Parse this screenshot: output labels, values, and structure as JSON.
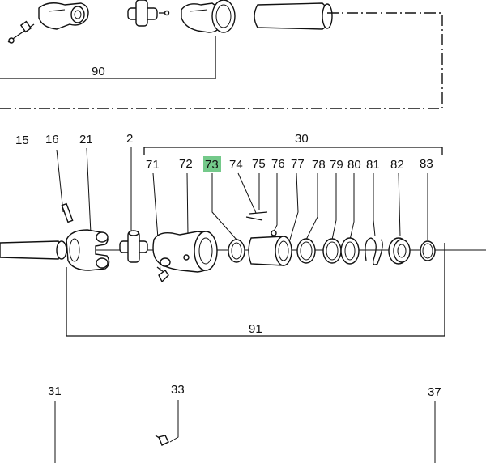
{
  "highlight_color": "#74c98a",
  "labels": {
    "l90": "90",
    "l30": "30",
    "l15": "15",
    "l16": "16",
    "l21": "21",
    "l2": "2",
    "l71": "71",
    "l72": "72",
    "l73": "73",
    "l74": "74",
    "l75": "75",
    "l76": "76",
    "l77": "77",
    "l78": "78",
    "l79": "79",
    "l80": "80",
    "l81": "81",
    "l82": "82",
    "l83": "83",
    "l91": "91",
    "l31": "31",
    "l33": "33",
    "l37": "37"
  }
}
